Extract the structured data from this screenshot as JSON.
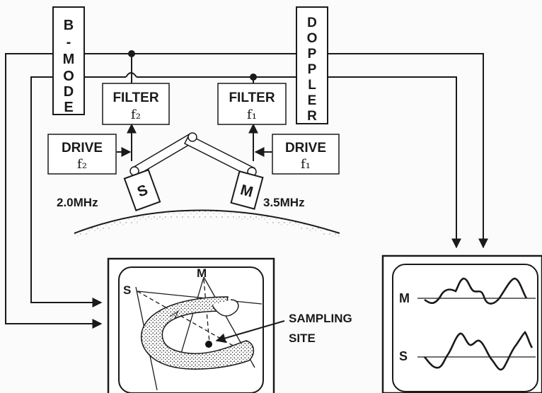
{
  "bmode": {
    "letters": [
      "B",
      "-",
      "M",
      "O",
      "D",
      "E"
    ]
  },
  "doppler": {
    "letters": [
      "D",
      "O",
      "P",
      "P",
      "L",
      "E",
      "R"
    ]
  },
  "filter_left": {
    "title": "FILTER",
    "sub": "f₂"
  },
  "filter_right": {
    "title": "FILTER",
    "sub": "f₁"
  },
  "drive_left": {
    "title": "DRIVE",
    "sub": "f₂"
  },
  "drive_right": {
    "title": "DRIVE",
    "sub": "f₁"
  },
  "probe_s": {
    "letter": "S",
    "freq": "2.0MHz"
  },
  "probe_m": {
    "letter": "M",
    "freq": "3.5MHz"
  },
  "image_display": {
    "m_label": "M",
    "s_label": "S",
    "site_line1": "SAMPLING",
    "site_line2": "SITE"
  },
  "trace_display": {
    "m_label": "M",
    "s_label": "S"
  }
}
